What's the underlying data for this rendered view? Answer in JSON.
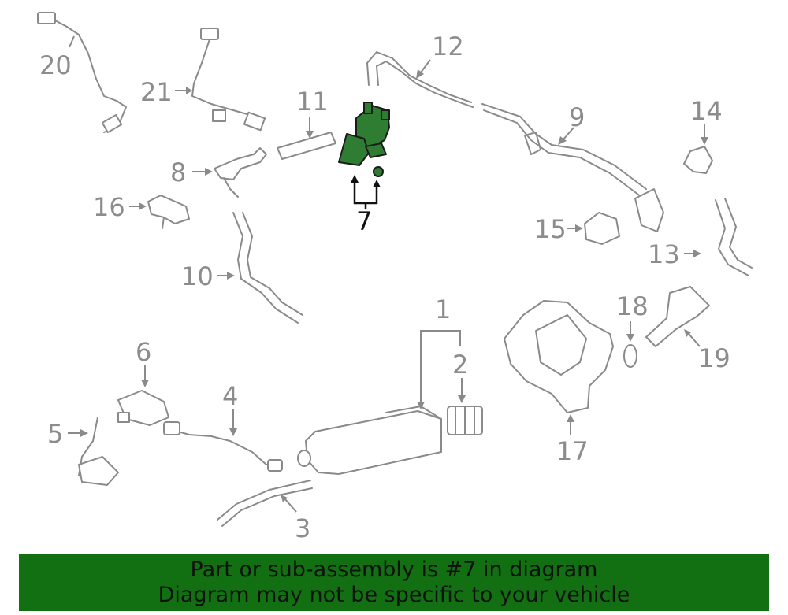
{
  "diagram": {
    "highlighted_part": "7",
    "highlight_color": "#2e7d32",
    "callouts": [
      "1",
      "2",
      "3",
      "4",
      "5",
      "6",
      "7",
      "8",
      "9",
      "10",
      "11",
      "12",
      "13",
      "14",
      "15",
      "16",
      "17",
      "18",
      "19",
      "20",
      "21"
    ]
  },
  "banner": {
    "line1": "Part or sub-assembly is #7 in diagram",
    "line2": "Diagram may not be specific to your vehicle",
    "background": "#127012"
  }
}
